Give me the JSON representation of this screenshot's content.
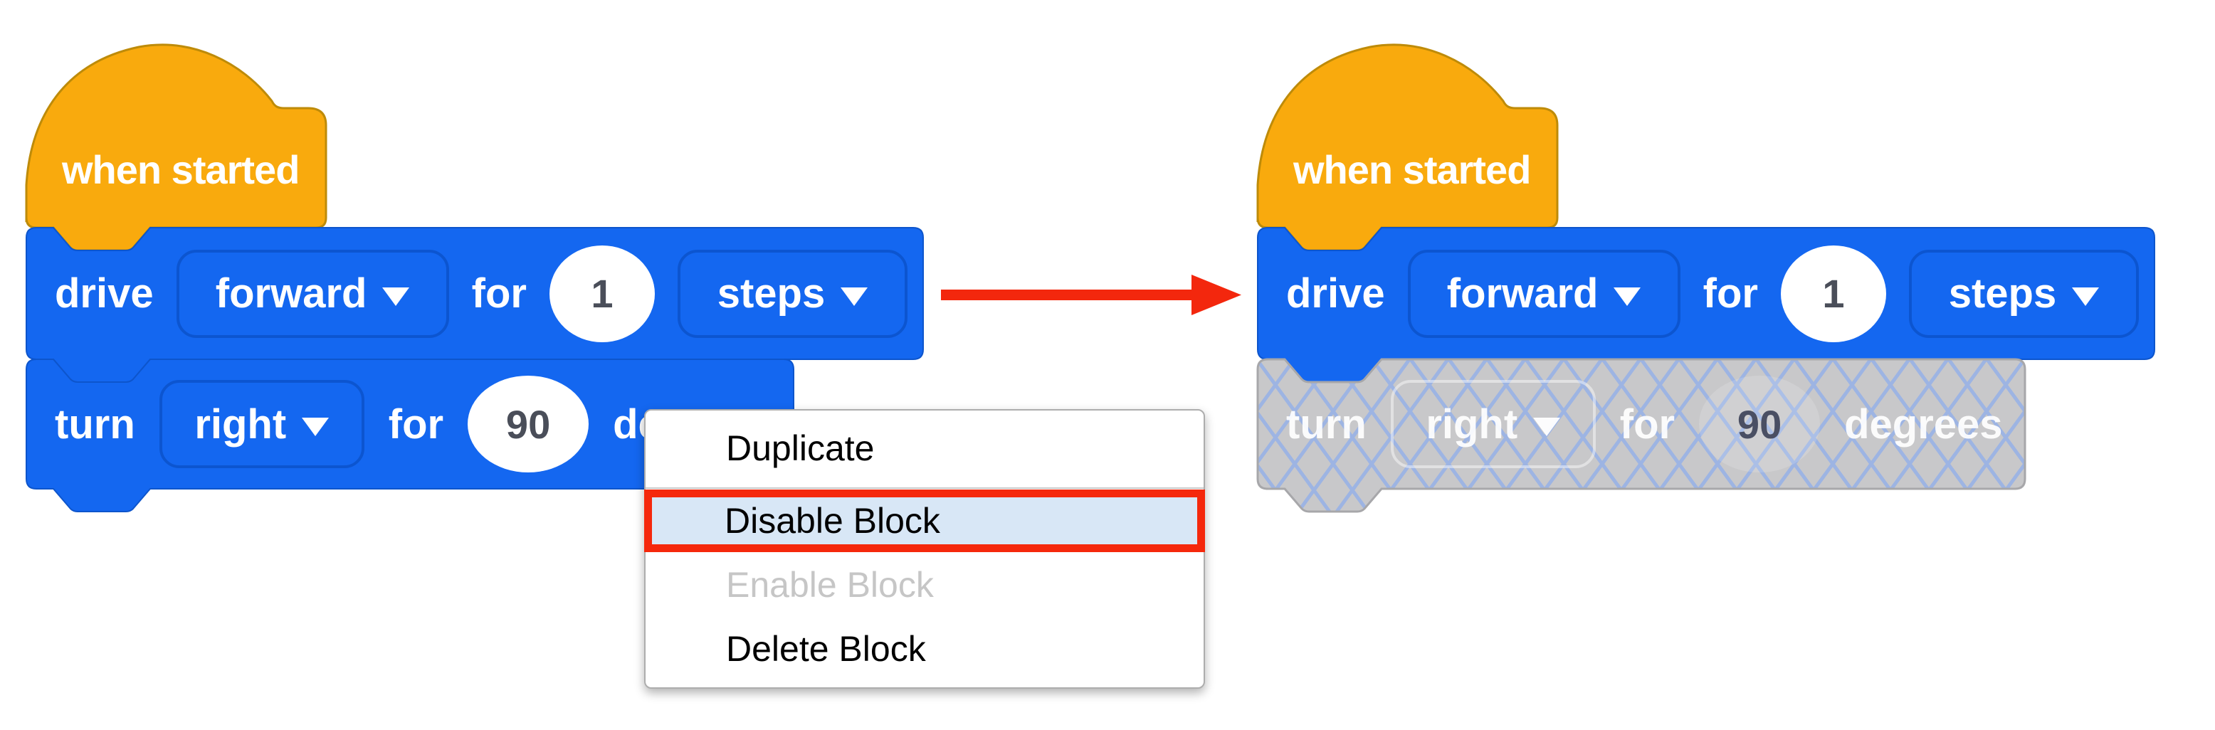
{
  "colors": {
    "block_blue": "#1467F0",
    "pill_border": "#0C54CE",
    "hat_orange": "#F9AA0D",
    "hat_border": "#BE8B09",
    "disabled_gray": "#C8C8CA",
    "disabled_hatch_line": "#9DB4E3",
    "disabled_border": "#A7A7AA",
    "menu_highlight_bg": "#D8E7F6",
    "menu_highlight_border": "#F5280C",
    "menu_disabled_text": "#C6C6C6",
    "arrow_red": "#F3270D",
    "value_text": "#4A4E59"
  },
  "left_stack": {
    "hat_label": "when started",
    "drive_block": {
      "prefix": "drive",
      "direction": "forward",
      "middle": "for",
      "value": "1",
      "unit": "steps"
    },
    "turn_block": {
      "prefix": "turn",
      "direction": "right",
      "middle": "for",
      "value": "90",
      "unit": "degrees"
    }
  },
  "right_stack": {
    "hat_label": "when started",
    "drive_block": {
      "prefix": "drive",
      "direction": "forward",
      "middle": "for",
      "value": "1",
      "unit": "steps"
    },
    "turn_block": {
      "prefix": "turn",
      "direction": "right",
      "middle": "for",
      "value": "90",
      "unit": "degrees",
      "state": "disabled"
    }
  },
  "context_menu": {
    "items": [
      {
        "label": "Duplicate"
      },
      {
        "label": "Disable Block",
        "state": "highlighted"
      },
      {
        "label": "Enable Block",
        "state": "disabled"
      },
      {
        "label": "Delete Block"
      }
    ]
  }
}
